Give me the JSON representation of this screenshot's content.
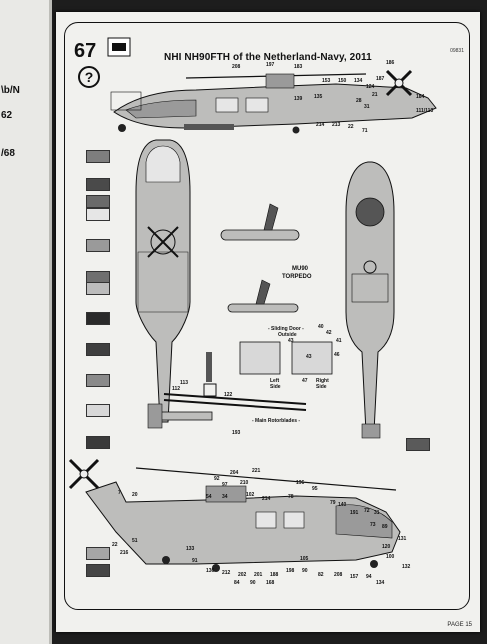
{
  "left_page": {
    "fragments": [
      "\\b/N",
      "62",
      "/68"
    ]
  },
  "document": {
    "step_number": "67",
    "help_symbol": "?",
    "title": "NHI NH90FTH of the Netherland-Navy, 2011",
    "code": "09831",
    "page_label": "PAGE 15"
  },
  "sub_assemblies": {
    "torpedo": [
      "MU90",
      "TORPEDO"
    ],
    "sliding_door": [
      "- Sliding Door -",
      "Outside"
    ],
    "left_side": [
      "Left",
      "Side"
    ],
    "right_side": [
      "Right",
      "Side"
    ],
    "main_rotorblades": "- Main Rotorblades -"
  },
  "part_callouts": {
    "top_side": [
      "208",
      "197",
      "183",
      "186",
      "187",
      "153",
      "150",
      "134",
      "124",
      "21",
      "28",
      "31",
      "135",
      "139",
      "184",
      "111/113",
      "214",
      "213",
      "22",
      "71"
    ],
    "lower_side": [
      "92",
      "204",
      "221",
      "97",
      "210",
      "196",
      "95",
      "78",
      "102",
      "79",
      "140",
      "54",
      "34",
      "214",
      "191",
      "72",
      "31",
      "73",
      "89",
      "131",
      "51",
      "22",
      "216",
      "105",
      "120",
      "133",
      "91",
      "100",
      "132",
      "136",
      "212",
      "202",
      "201",
      "188",
      "198",
      "90",
      "82",
      "208",
      "157",
      "94",
      "134",
      "84",
      "90",
      "168",
      "7",
      "20"
    ],
    "parts": [
      "43",
      "42",
      "43",
      "40",
      "41",
      "46",
      "47",
      "113",
      "112",
      "122",
      "193"
    ]
  },
  "colors": {
    "paper": "#f1f1ee",
    "ink": "#111111",
    "hull_grey": "#bdbdbb",
    "dark_grey": "#555555",
    "swatches": [
      "#7e7e7e",
      "#4a4a4a",
      "#6a6a6a",
      "#e6e6e6",
      "#9a9a9a",
      "#6f6f6f",
      "#bcbcbc",
      "#2a2a2a",
      "#3f3f3f",
      "#8a8a8a",
      "#3a3a3a",
      "#a6a6a6",
      "#d8d8d8",
      "#454545",
      "#5a5a5a"
    ]
  }
}
